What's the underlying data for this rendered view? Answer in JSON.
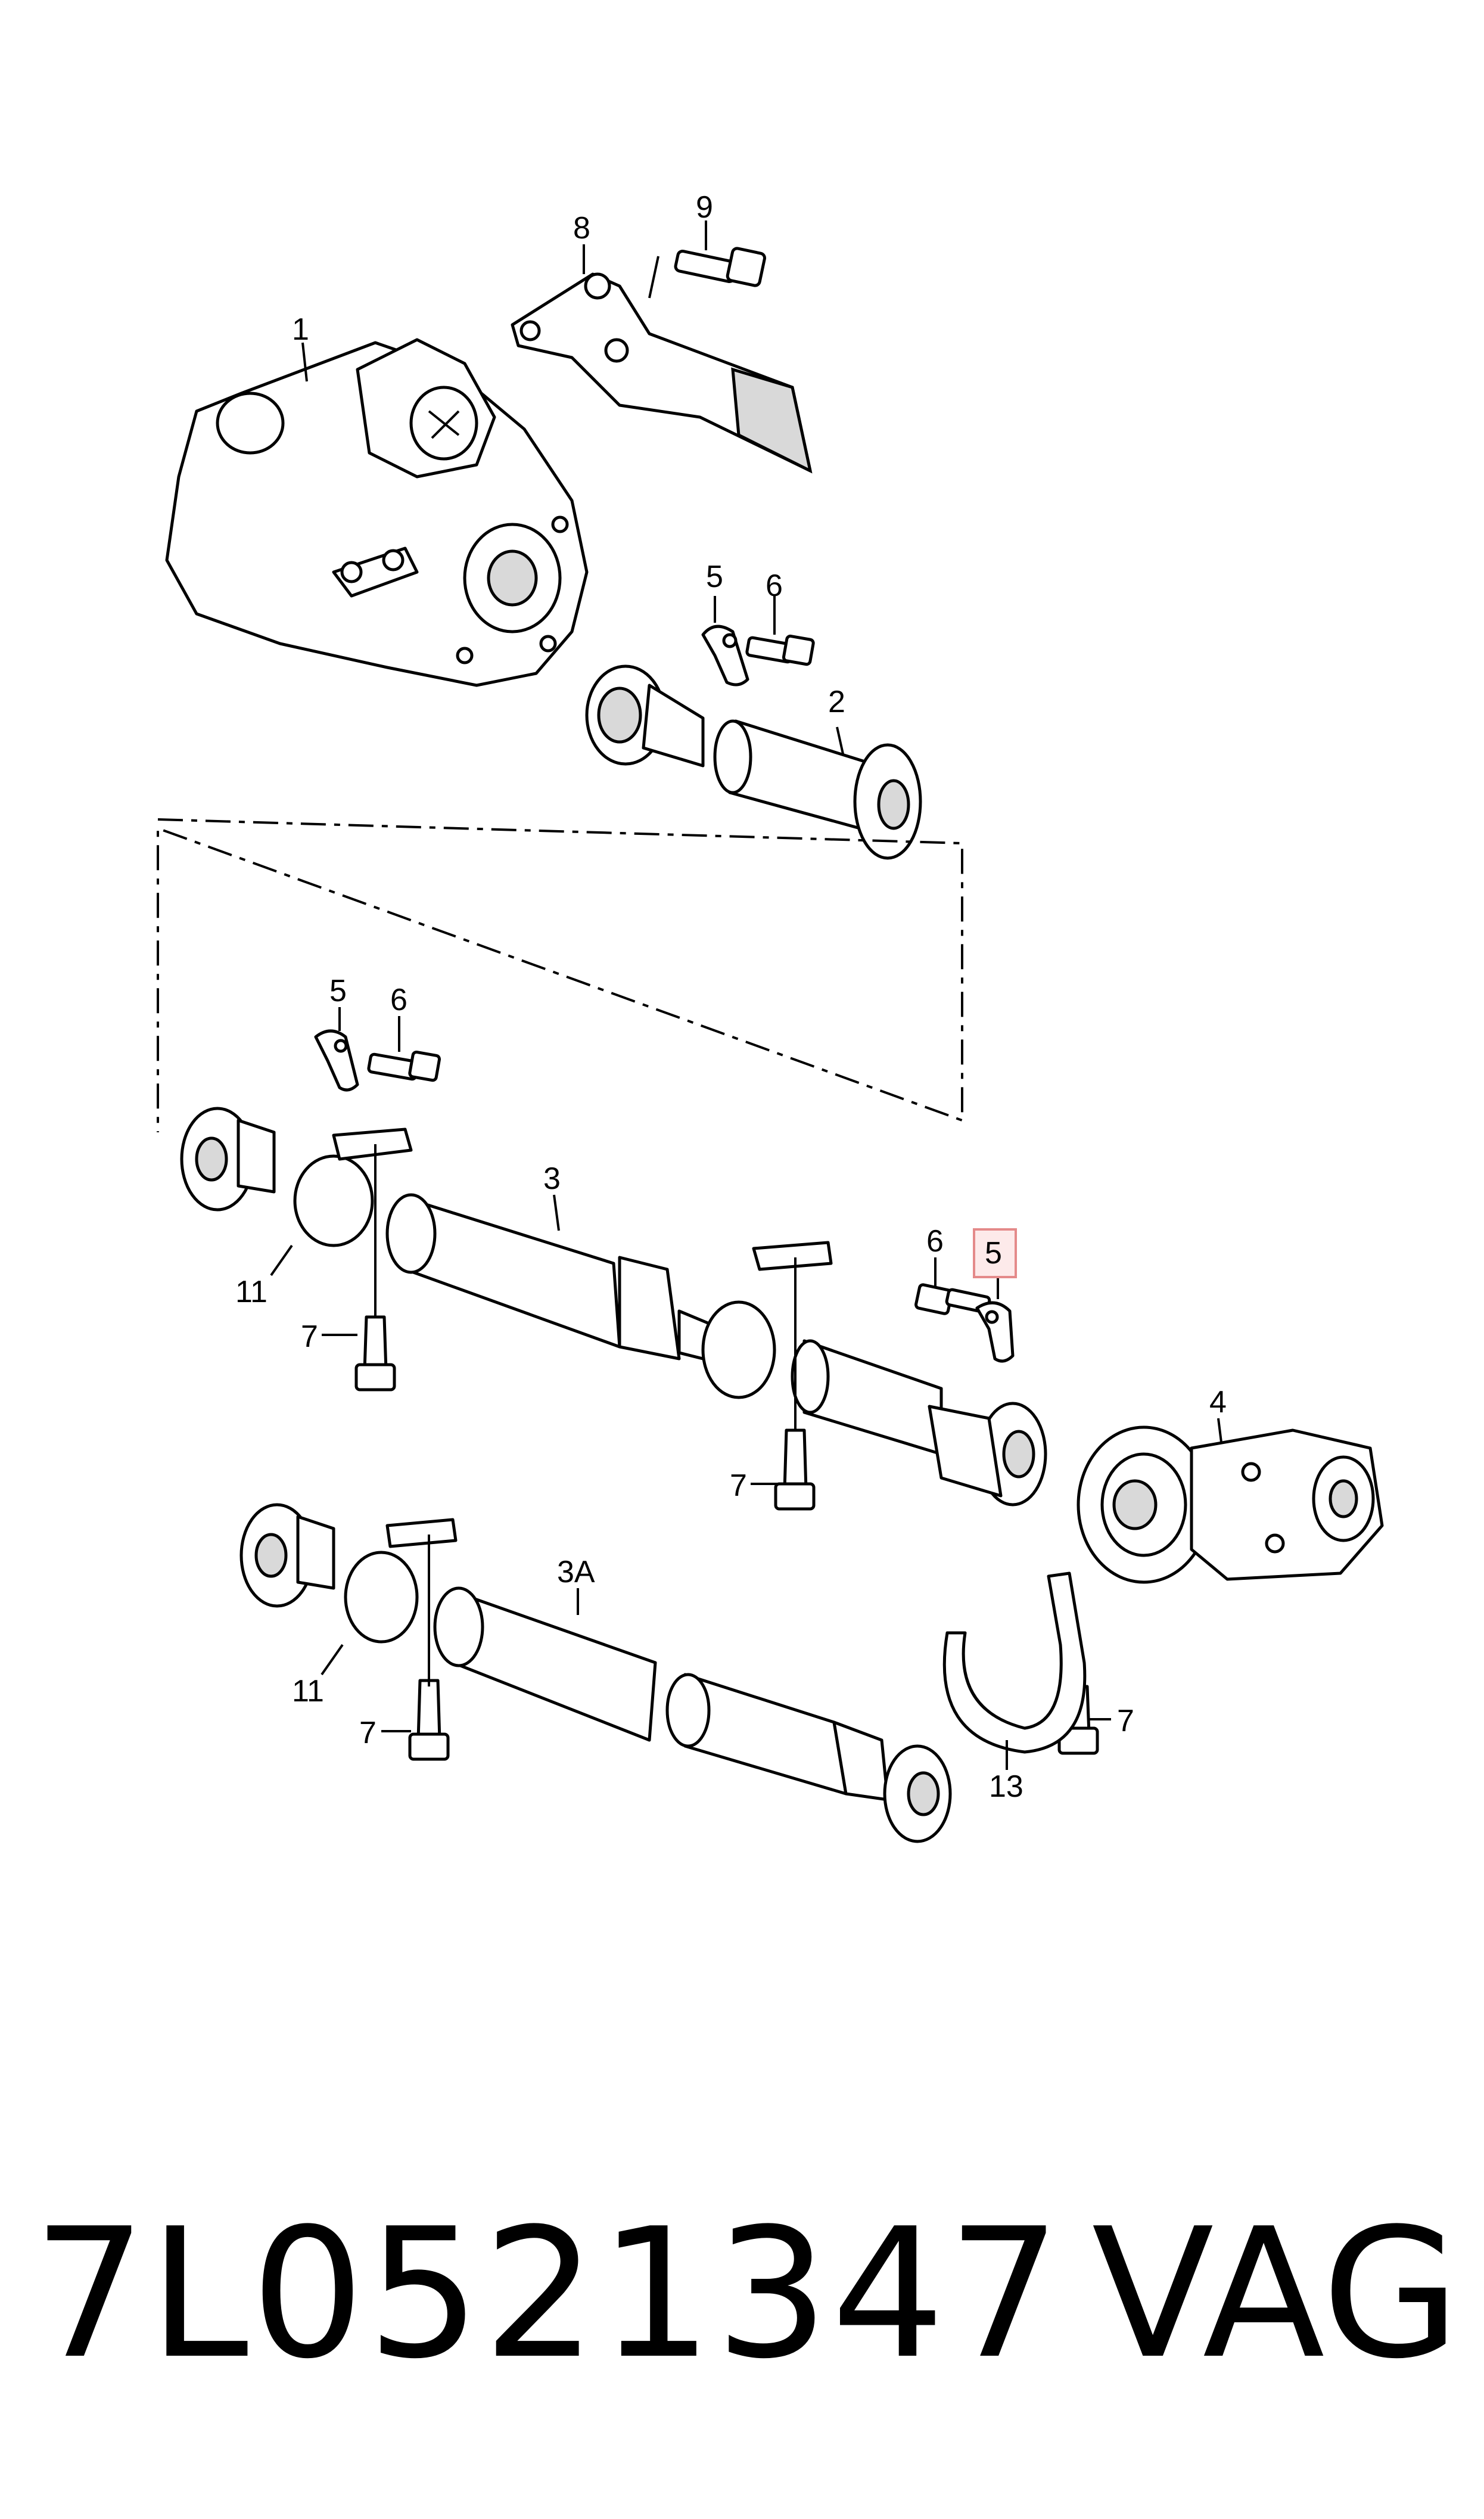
{
  "callouts": {
    "c1": "1",
    "c2": "2",
    "c3": "3",
    "c3a": "3A",
    "c4": "4",
    "c5_a": "5",
    "c5_b": "5",
    "c5_c": "5",
    "c6_a": "6",
    "c6_b": "6",
    "c6_c": "6",
    "c7_a": "7",
    "c7_b": "7",
    "c7_c": "7",
    "c7_d": "7",
    "c8": "8",
    "c9": "9",
    "c11_a": "11",
    "c11_b": "11",
    "c13": "13"
  },
  "highlight": {
    "callout": "5",
    "color": "#e48a8a"
  },
  "footer": {
    "part_number": "7L0521347",
    "brand": "VAG"
  }
}
